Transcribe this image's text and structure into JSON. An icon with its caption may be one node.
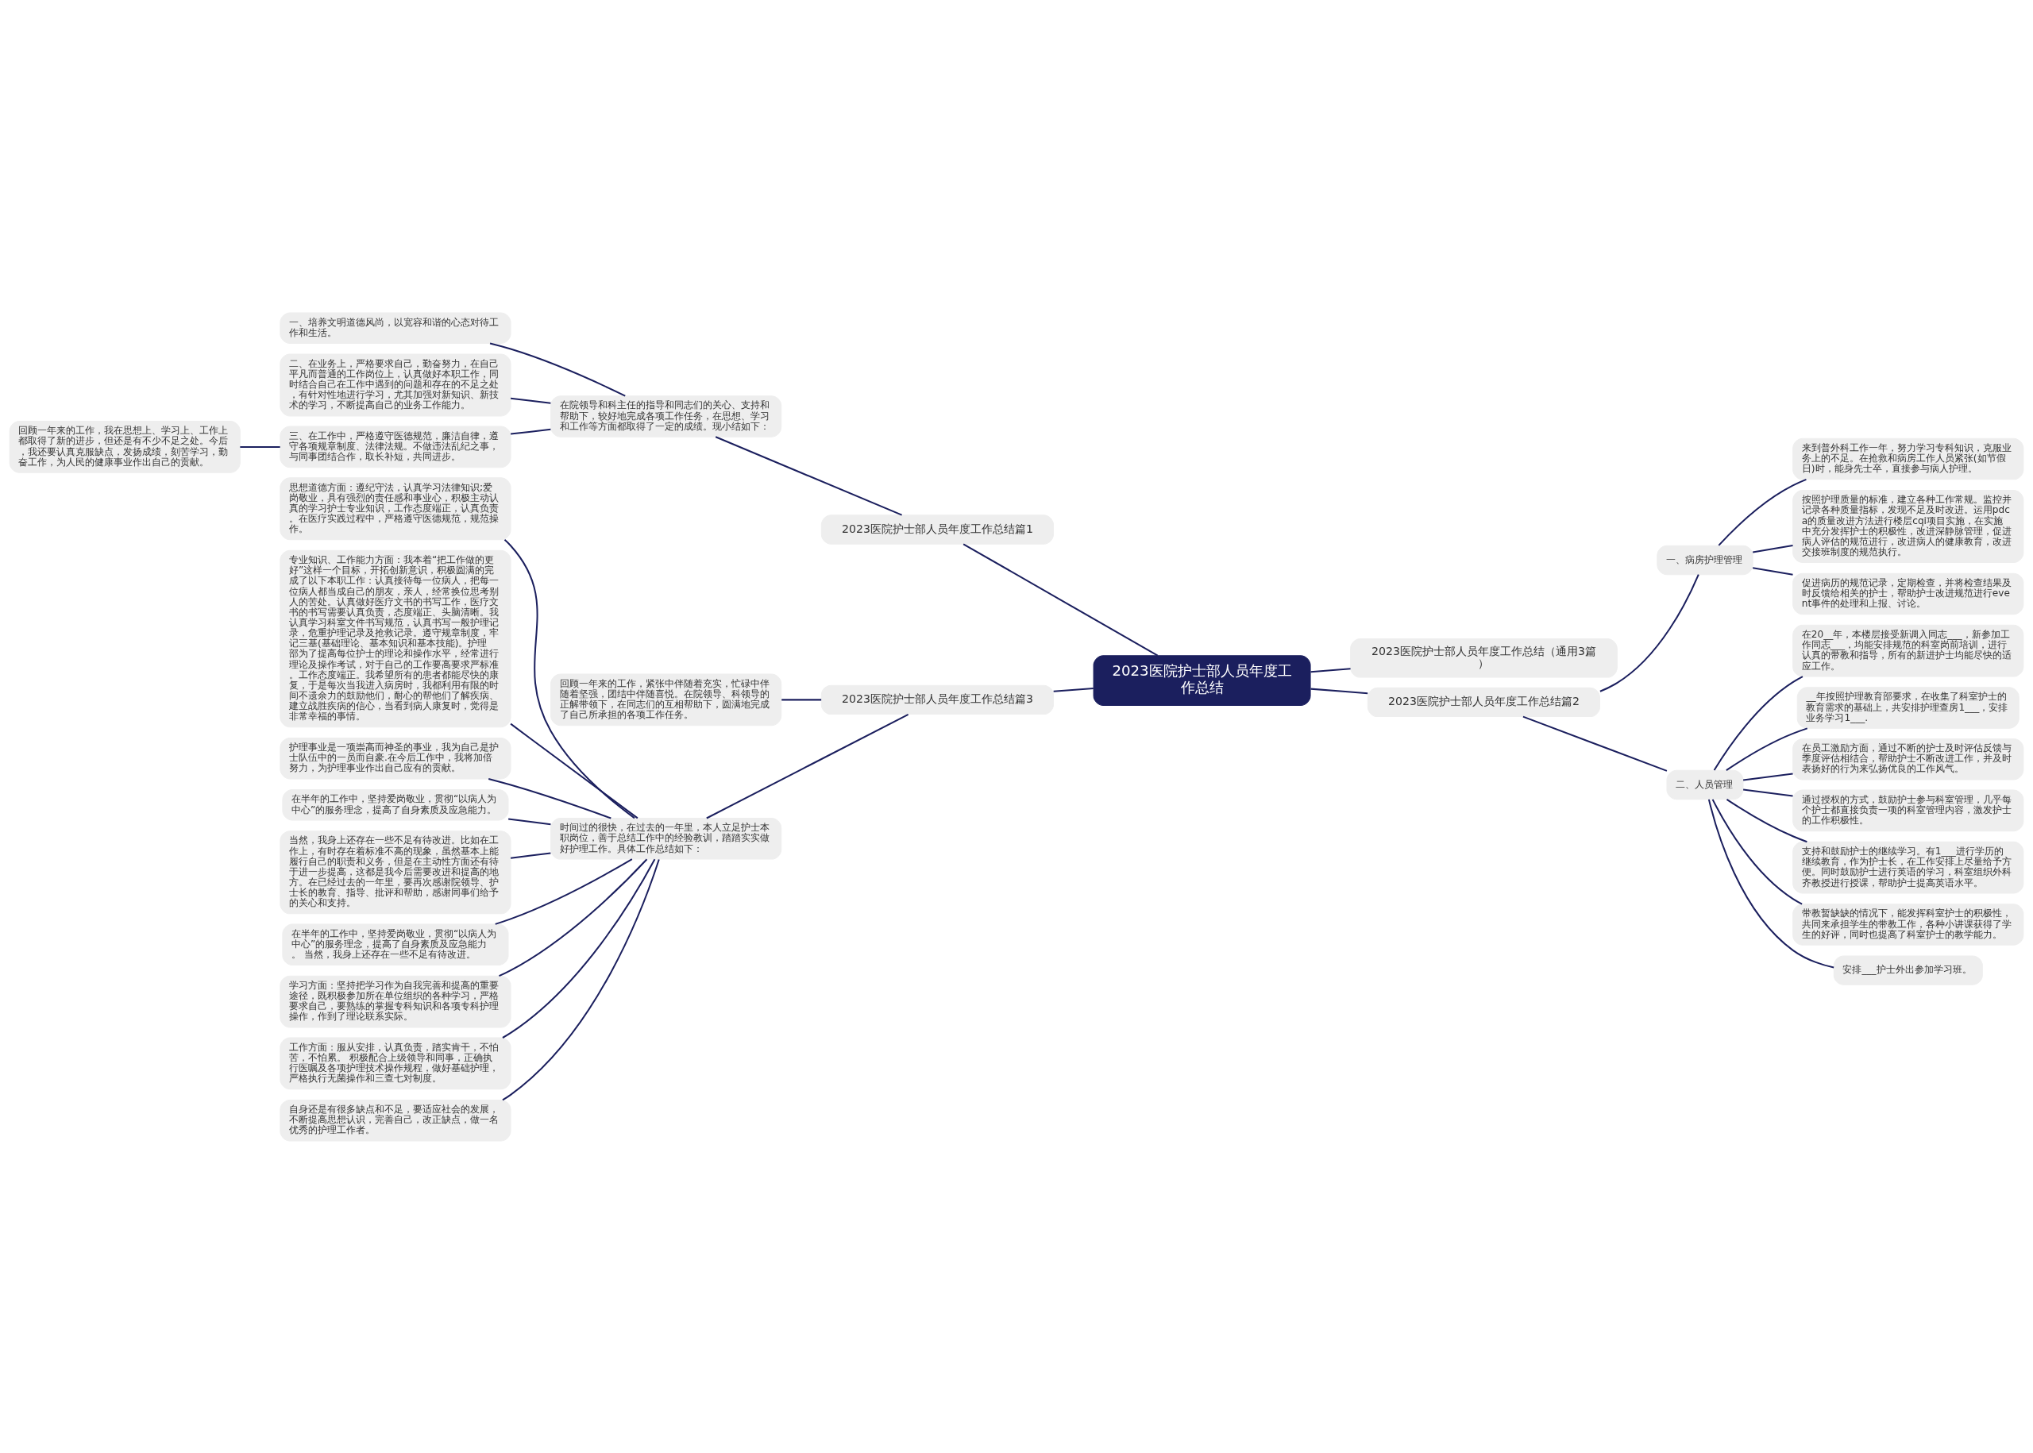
{
  "diagram": {
    "nodes": [
      {
        "text": [
          "2023医院护士部人员年度工作总结"
        ]
      },
      {
        "text": [
          "2023医院护士部人员年度工作总结篇1"
        ]
      },
      {
        "text": [
          "在院领导和科主任的指导和同志们的关心、支持和帮助下，较好地完成各项工作任务，在思想、学习和工作等方面都取得了一定的成绩。现小结如下："
        ]
      },
      {
        "text": [
          "一、培养文明道德风尚，以宽容和谐的心态对待工作和生活。"
        ]
      },
      {
        "text": [
          "二、在业务上，严格要求自己，勤奋努力，在自己平凡而普通的工作岗位上，认真做好本职工作，同时结合自己在工作中遇到的问题和存在的不足之处，有针对性地进行学习，尤其加强对新知识、新技术的学习，不断提高自己的业务工作能力。"
        ]
      },
      {
        "text": [
          "三、在工作中，严格遵守医德规范，廉洁自律，遵守各项规章制度、法律法规。不做违法乱纪之事，与同事团结合作，取长补短，共同进步。"
        ]
      },
      {
        "text": [
          "回顾一年来的工作，我在思想上、学习上、工作上都取得了新的进步，但还是有不少不足之处。今后，我还要认真克服缺点，发扬成绩，刻苦学习，勤奋工作，为人民的健康事业作出自己的贡献。"
        ]
      },
      {
        "text": [
          "2023医院护士部人员年度工作总结篇3"
        ]
      },
      {
        "text": [
          "回顾一年来的工作，紧张中伴随着充实，忙碌中伴随着坚强，团结中伴随喜悦。在院领导、科领导的正解带领下，在同志们的互相帮助下，圆满地完成了自己所承担的各项工作任务。"
        ]
      },
      {
        "text": [
          "时间过的很快，在过去的一年里，本人立足护士本职岗位，善于总结工作中的经验教训，踏踏实实做好护理工作。具体工作总结如下："
        ]
      },
      {
        "text": [
          "思想道德方面：遵纪守法，认真学习法律知识;爱岗敬业，具有强烈的责任感和事业心，积极主动认真的学习护士专业知识，工作态度端正，认真负责。在医疗实践过程中，严格遵守医德规范，规范操作。"
        ]
      },
      {
        "text": [
          "专业知识、工作能力方面：我本着“把工作做的更好”这样一个目标，开拓创新意识，积极圆满的完成了以下本职工作：认真接待每一位病人，把每一位病人都当成自己的朋友，亲人，经常换位思考别人的苦处。认真做好医疗文书的书写工作，医疗文书的书写需要认真负责，态度端正、头脑清晰。我认真学习科室文件书写规范，认真书写一般护理记录，危重护理记录及抢救记录。遵守规章制度，牢记三基(基础理论、基本知识和基本技能)。护理部为了提高每位护士的理论和操作水平，经常进行理论及操作考试，对于自己的工作要高要求严标准。工作态度端正。我希望所有的患者都能尽快的康复，于是每次当我进入病房时，我都利用有限的时间不遗余力的鼓励他们，耐心的帮他们了解疾病、建立战胜疾病的信心，当看到病人康复时，觉得是非常幸福的事情。"
        ]
      },
      {
        "text": [
          "护理事业是一项崇高而神圣的事业，我为自己是护士队伍中的一员而自豪.在今后工作中，我将加倍努力，为护理事业作出自己应有的贡献。"
        ]
      },
      {
        "text": [
          "在半年的工作中，坚持爱岗敬业，贯彻“以病人为中心”的服务理念，提高了自身素质及应急能力。"
        ]
      },
      {
        "text": [
          "当然，我身上还存在一些不足有待改进。比如在工作上，有时存在着标准不高的现象，虽然基本上能履行自己的职责和义务，但是在主动性方面还有待于进一步提高，这都是我今后需要改进和提高的地方。在已经过去的一年里，要再次感谢院领导、护士长的教育、指导、批评和帮助，感谢同事们给予的关心和支持。"
        ]
      },
      {
        "text": [
          "在半年的工作中，坚持爱岗敬业，贯彻“以病人为中心”的服务理念，提高了自身素质及应急能力。 当然，我身上还存在一些不足有待改进。"
        ]
      },
      {
        "text": [
          "学习方面：坚持把学习作为自我完善和提高的重要途径，既积极参加所在单位组织的各种学习，严格要求自己，要熟练的掌握专科知识和各项专科护理操作，作到了理论联系实际。"
        ]
      },
      {
        "text": [
          "工作方面：服从安排，认真负责，踏实肯干，不怕苦，不怕累。 积极配合上级领导和同事，正确执行医嘱及各项护理技术操作规程，做好基础护理，严格执行无菌操作和三查七对制度。"
        ]
      },
      {
        "text": [
          "自身还是有很多缺点和不足，要适应社会的发展，不断提高思想认识，完善自己，改正缺点，做一名优秀的护理工作者。"
        ]
      },
      {
        "text": [
          "2023医院护士部人员年度工作总结（通用3篇）"
        ]
      },
      {
        "text": [
          "2023医院护士部人员年度工作总结篇2"
        ]
      },
      {
        "text": [
          "一、病房护理管理"
        ]
      },
      {
        "text": [
          "来到普外科工作一年，努力学习专科知识，克服业务上的不足。在抢救和病房工作人员紧张(如节假日)时，能身先士卒，直接参与病人护理。"
        ]
      },
      {
        "text": [
          "按照护理质量的标准，建立各种工作常规。监控并记录各种质量指标，发现不足及时改进。运用pdca的质量改进方法进行楼层cqi项目实施，在实施中充分发挥护士的积极性，改进深静脉管理，促进病人评估的规范进行，改进病人的健康教育，改进交接班制度的规范执行。"
        ]
      },
      {
        "text": [
          "促进病历的规范记录，定期检查，并将检查结果及时反馈给相关的护士，帮助护士改进规范进行event事件的处理和上报、讨论。"
        ]
      },
      {
        "text": [
          "二、人员管理"
        ]
      },
      {
        "text": [
          "在20__年，本楼层接受新调入同志___，新参加工作同志___，均能安排规范的科室岗前培训，进行认真的带教和指导，所有的新进护士均能尽快的适应工作。"
        ]
      },
      {
        "text": [
          "__年按照护理教育部要求，在收集了科室护士的教育需求的基础上，共安排护理查房1___，安排业务学习1___."
        ]
      },
      {
        "text": [
          "在员工激励方面，通过不断的护士及时评估反馈与季度评估相结合，帮助护士不断改进工作，并及时表扬好的行为来弘扬优良的工作风气。"
        ]
      },
      {
        "text": [
          "通过授权的方式，鼓励护士参与科室管理，几乎每个护士都直接负责一项的科室管理内容，激发护士的工作积极性。"
        ]
      },
      {
        "text": [
          "支持和鼓励护士的继续学习。有1___进行学历的继续教育，作为护士长，在工作安排上尽量给予方便。同时鼓励护士进行英语的学习，科室组织外科齐教授进行授课，帮助护士提高英语水平。"
        ]
      },
      {
        "text": [
          "带教暂缺缺的情况下，能发挥科室护士的积极性，共同来承担学生的带教工作，各种小讲课获得了学生的好评，同时也提高了科室护士的教学能力。"
        ]
      },
      {
        "text": [
          "安排___护士外出参加学习班。"
        ]
      }
    ],
    "edges": [
      {
        "from": 0,
        "to": 1,
        "arrow": "none"
      },
      {
        "from": 0,
        "to": 7,
        "arrow": "none"
      },
      {
        "from": 0,
        "to": 19,
        "arrow": "none"
      },
      {
        "from": 0,
        "to": 20,
        "arrow": "none"
      },
      {
        "from": 1,
        "to": 2,
        "arrow": "none"
      },
      {
        "from": 2,
        "to": 3,
        "arrow": "none"
      },
      {
        "from": 2,
        "to": 4,
        "arrow": "none"
      },
      {
        "from": 2,
        "to": 5,
        "arrow": "none"
      },
      {
        "from": 5,
        "to": 6,
        "arrow": "none"
      },
      {
        "from": 7,
        "to": 8,
        "arrow": "none"
      },
      {
        "from": 7,
        "to": 9,
        "arrow": "none"
      },
      {
        "from": 9,
        "to": 10,
        "arrow": "none"
      },
      {
        "from": 9,
        "to": 11,
        "arrow": "none"
      },
      {
        "from": 9,
        "to": 12,
        "arrow": "none"
      },
      {
        "from": 9,
        "to": 13,
        "arrow": "none"
      },
      {
        "from": 9,
        "to": 14,
        "arrow": "none"
      },
      {
        "from": 9,
        "to": 15,
        "arrow": "none"
      },
      {
        "from": 9,
        "to": 16,
        "arrow": "none"
      },
      {
        "from": 9,
        "to": 17,
        "arrow": "none"
      },
      {
        "from": 9,
        "to": 18,
        "arrow": "none"
      },
      {
        "from": 20,
        "to": 21,
        "arrow": "none"
      },
      {
        "from": 20,
        "to": 25,
        "arrow": "none"
      },
      {
        "from": 21,
        "to": 22,
        "arrow": "none"
      },
      {
        "from": 21,
        "to": 23,
        "arrow": "none"
      },
      {
        "from": 21,
        "to": 24,
        "arrow": "none"
      },
      {
        "from": 25,
        "to": 26,
        "arrow": "none"
      },
      {
        "from": 25,
        "to": 27,
        "arrow": "none"
      },
      {
        "from": 25,
        "to": 28,
        "arrow": "none"
      },
      {
        "from": 25,
        "to": 29,
        "arrow": "none"
      },
      {
        "from": 25,
        "to": 30,
        "arrow": "none"
      },
      {
        "from": 25,
        "to": 31,
        "arrow": "none"
      },
      {
        "from": 25,
        "to": 32,
        "arrow": "none"
      }
    ]
  }
}
